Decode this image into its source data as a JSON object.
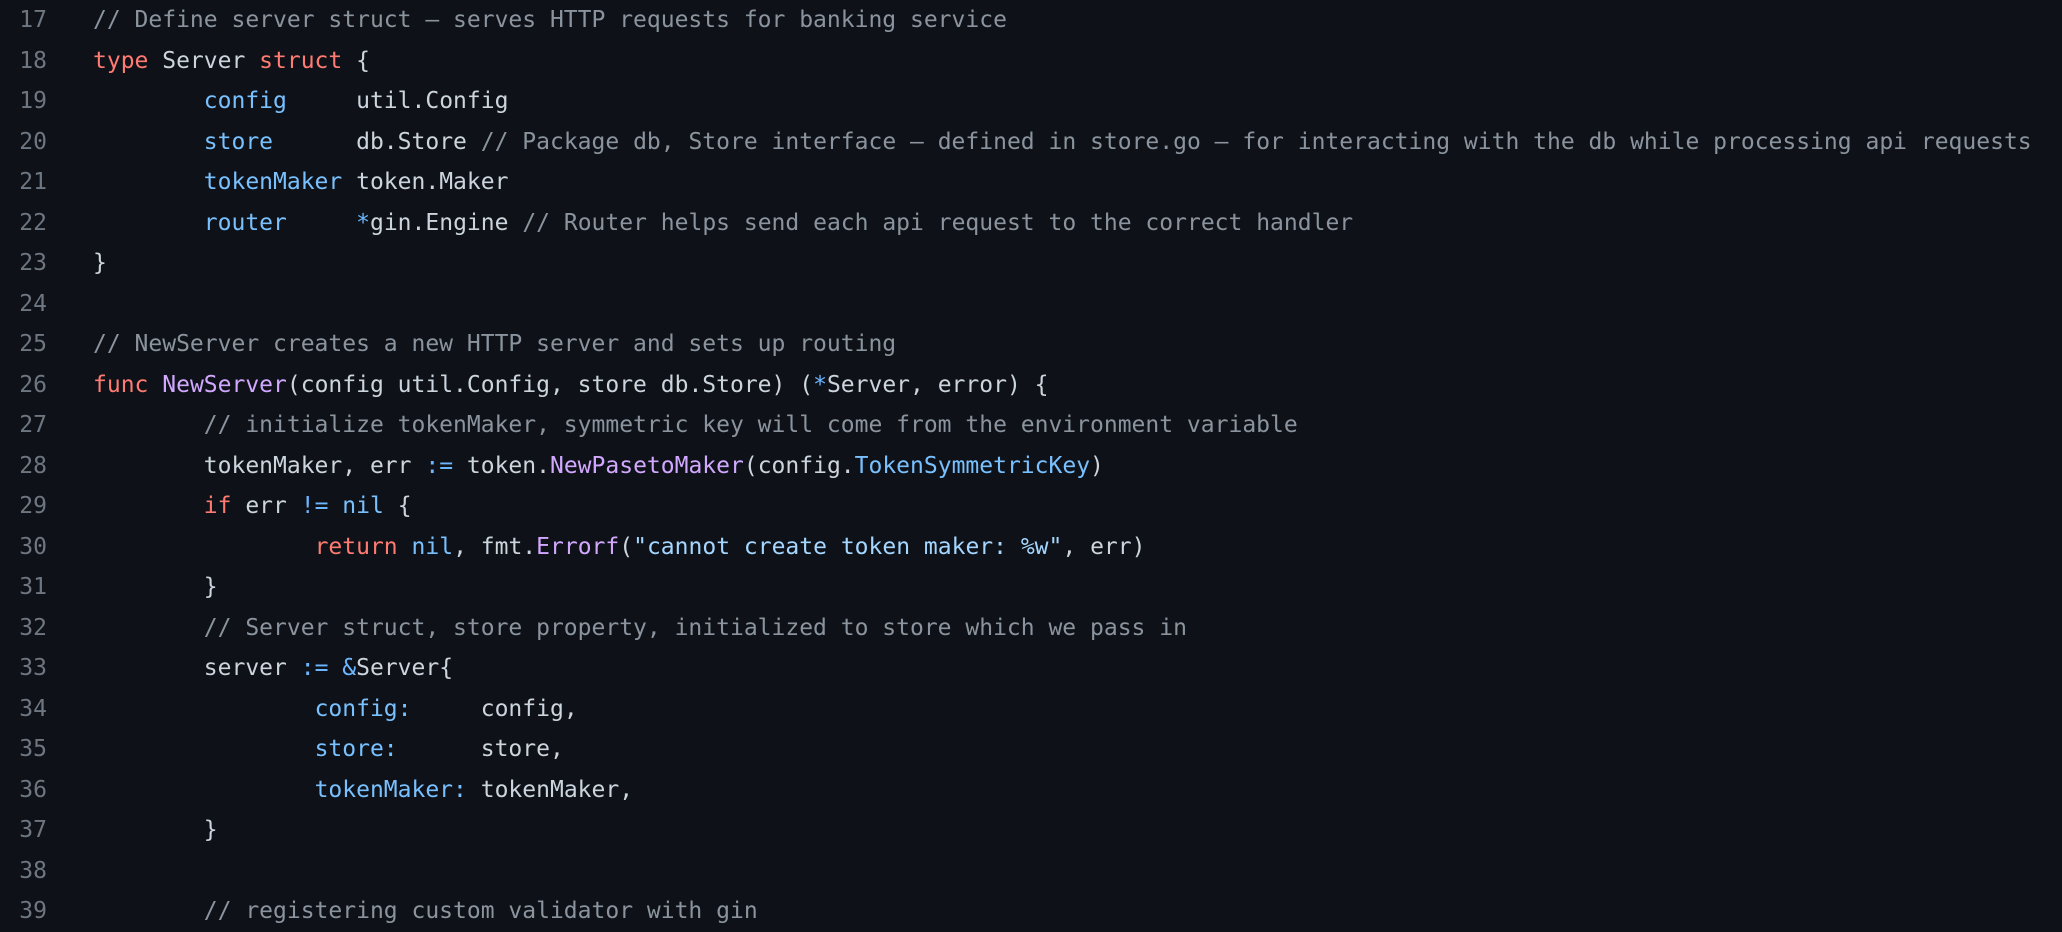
{
  "editor": {
    "language": "go",
    "theme": {
      "background": "#0e1218",
      "foreground": "#ccd4dd",
      "comment": "#8b949e",
      "keyword": "#ff7b72",
      "function_name": "#d2a8ff",
      "identifier_blue": "#79c0ff",
      "operator_blue": "#6cb6ff",
      "string": "#a5d6ff",
      "line_number": "#6e7681"
    },
    "first_visible_line": 17,
    "last_visible_line": 39,
    "lines": [
      {
        "n": "17",
        "tokens": [
          [
            "c",
            "// Define server struct – serves HTTP requests for banking service"
          ]
        ]
      },
      {
        "n": "18",
        "tokens": [
          [
            "k",
            "type"
          ],
          [
            "f",
            " Server "
          ],
          [
            "k",
            "struct"
          ],
          [
            "f",
            " {"
          ]
        ]
      },
      {
        "n": "19",
        "tokens": [
          [
            "f",
            "        "
          ],
          [
            "v",
            "config"
          ],
          [
            "f",
            "     util.Config"
          ]
        ]
      },
      {
        "n": "20",
        "tokens": [
          [
            "f",
            "        "
          ],
          [
            "v",
            "store"
          ],
          [
            "f",
            "      db.Store "
          ],
          [
            "c",
            "// Package db, Store interface – defined in store.go – for interacting with the db while processing api requests"
          ]
        ]
      },
      {
        "n": "21",
        "tokens": [
          [
            "f",
            "        "
          ],
          [
            "v",
            "tokenMaker"
          ],
          [
            "f",
            " token.Maker"
          ]
        ]
      },
      {
        "n": "22",
        "tokens": [
          [
            "f",
            "        "
          ],
          [
            "v",
            "router"
          ],
          [
            "f",
            "     "
          ],
          [
            "o",
            "*"
          ],
          [
            "f",
            "gin.Engine "
          ],
          [
            "c",
            "// Router helps send each api request to the correct handler"
          ]
        ]
      },
      {
        "n": "23",
        "tokens": [
          [
            "f",
            "}"
          ]
        ]
      },
      {
        "n": "24",
        "tokens": []
      },
      {
        "n": "25",
        "tokens": [
          [
            "c",
            "// NewServer creates a new HTTP server and sets up routing"
          ]
        ]
      },
      {
        "n": "26",
        "tokens": [
          [
            "k",
            "func"
          ],
          [
            "f",
            " "
          ],
          [
            "fn",
            "NewServer"
          ],
          [
            "f",
            "(config util.Config, store db.Store) ("
          ],
          [
            "o",
            "*"
          ],
          [
            "f",
            "Server, error) {"
          ]
        ]
      },
      {
        "n": "27",
        "tokens": [
          [
            "f",
            "        "
          ],
          [
            "c",
            "// initialize tokenMaker, symmetric key will come from the environment variable"
          ]
        ]
      },
      {
        "n": "28",
        "tokens": [
          [
            "f",
            "        tokenMaker, err "
          ],
          [
            "o",
            ":="
          ],
          [
            "f",
            " token."
          ],
          [
            "fn",
            "NewPasetoMaker"
          ],
          [
            "f",
            "(config."
          ],
          [
            "v",
            "TokenSymmetricKey"
          ],
          [
            "f",
            ")"
          ]
        ]
      },
      {
        "n": "29",
        "tokens": [
          [
            "f",
            "        "
          ],
          [
            "k",
            "if"
          ],
          [
            "f",
            " err "
          ],
          [
            "o",
            "!="
          ],
          [
            "f",
            " "
          ],
          [
            "v",
            "nil"
          ],
          [
            "f",
            " {"
          ]
        ]
      },
      {
        "n": "30",
        "tokens": [
          [
            "f",
            "                "
          ],
          [
            "k",
            "return"
          ],
          [
            "f",
            " "
          ],
          [
            "v",
            "nil"
          ],
          [
            "f",
            ", fmt."
          ],
          [
            "fn",
            "Errorf"
          ],
          [
            "f",
            "("
          ],
          [
            "s",
            "\"cannot create token maker: %w\""
          ],
          [
            "f",
            ", err)"
          ]
        ]
      },
      {
        "n": "31",
        "tokens": [
          [
            "f",
            "        }"
          ]
        ]
      },
      {
        "n": "32",
        "tokens": [
          [
            "f",
            "        "
          ],
          [
            "c",
            "// Server struct, store property, initialized to store which we pass in"
          ]
        ]
      },
      {
        "n": "33",
        "tokens": [
          [
            "f",
            "        server "
          ],
          [
            "o",
            ":="
          ],
          [
            "f",
            " "
          ],
          [
            "o",
            "&"
          ],
          [
            "f",
            "Server{"
          ]
        ]
      },
      {
        "n": "34",
        "tokens": [
          [
            "f",
            "                "
          ],
          [
            "v",
            "config:"
          ],
          [
            "f",
            "     config,"
          ]
        ]
      },
      {
        "n": "35",
        "tokens": [
          [
            "f",
            "                "
          ],
          [
            "v",
            "store:"
          ],
          [
            "f",
            "      store,"
          ]
        ]
      },
      {
        "n": "36",
        "tokens": [
          [
            "f",
            "                "
          ],
          [
            "v",
            "tokenMaker:"
          ],
          [
            "f",
            " tokenMaker,"
          ]
        ]
      },
      {
        "n": "37",
        "tokens": [
          [
            "f",
            "        }"
          ]
        ]
      },
      {
        "n": "38",
        "tokens": []
      },
      {
        "n": "39",
        "tokens": [
          [
            "f",
            "        "
          ],
          [
            "c",
            "// registering custom validator with gin"
          ]
        ]
      }
    ]
  }
}
